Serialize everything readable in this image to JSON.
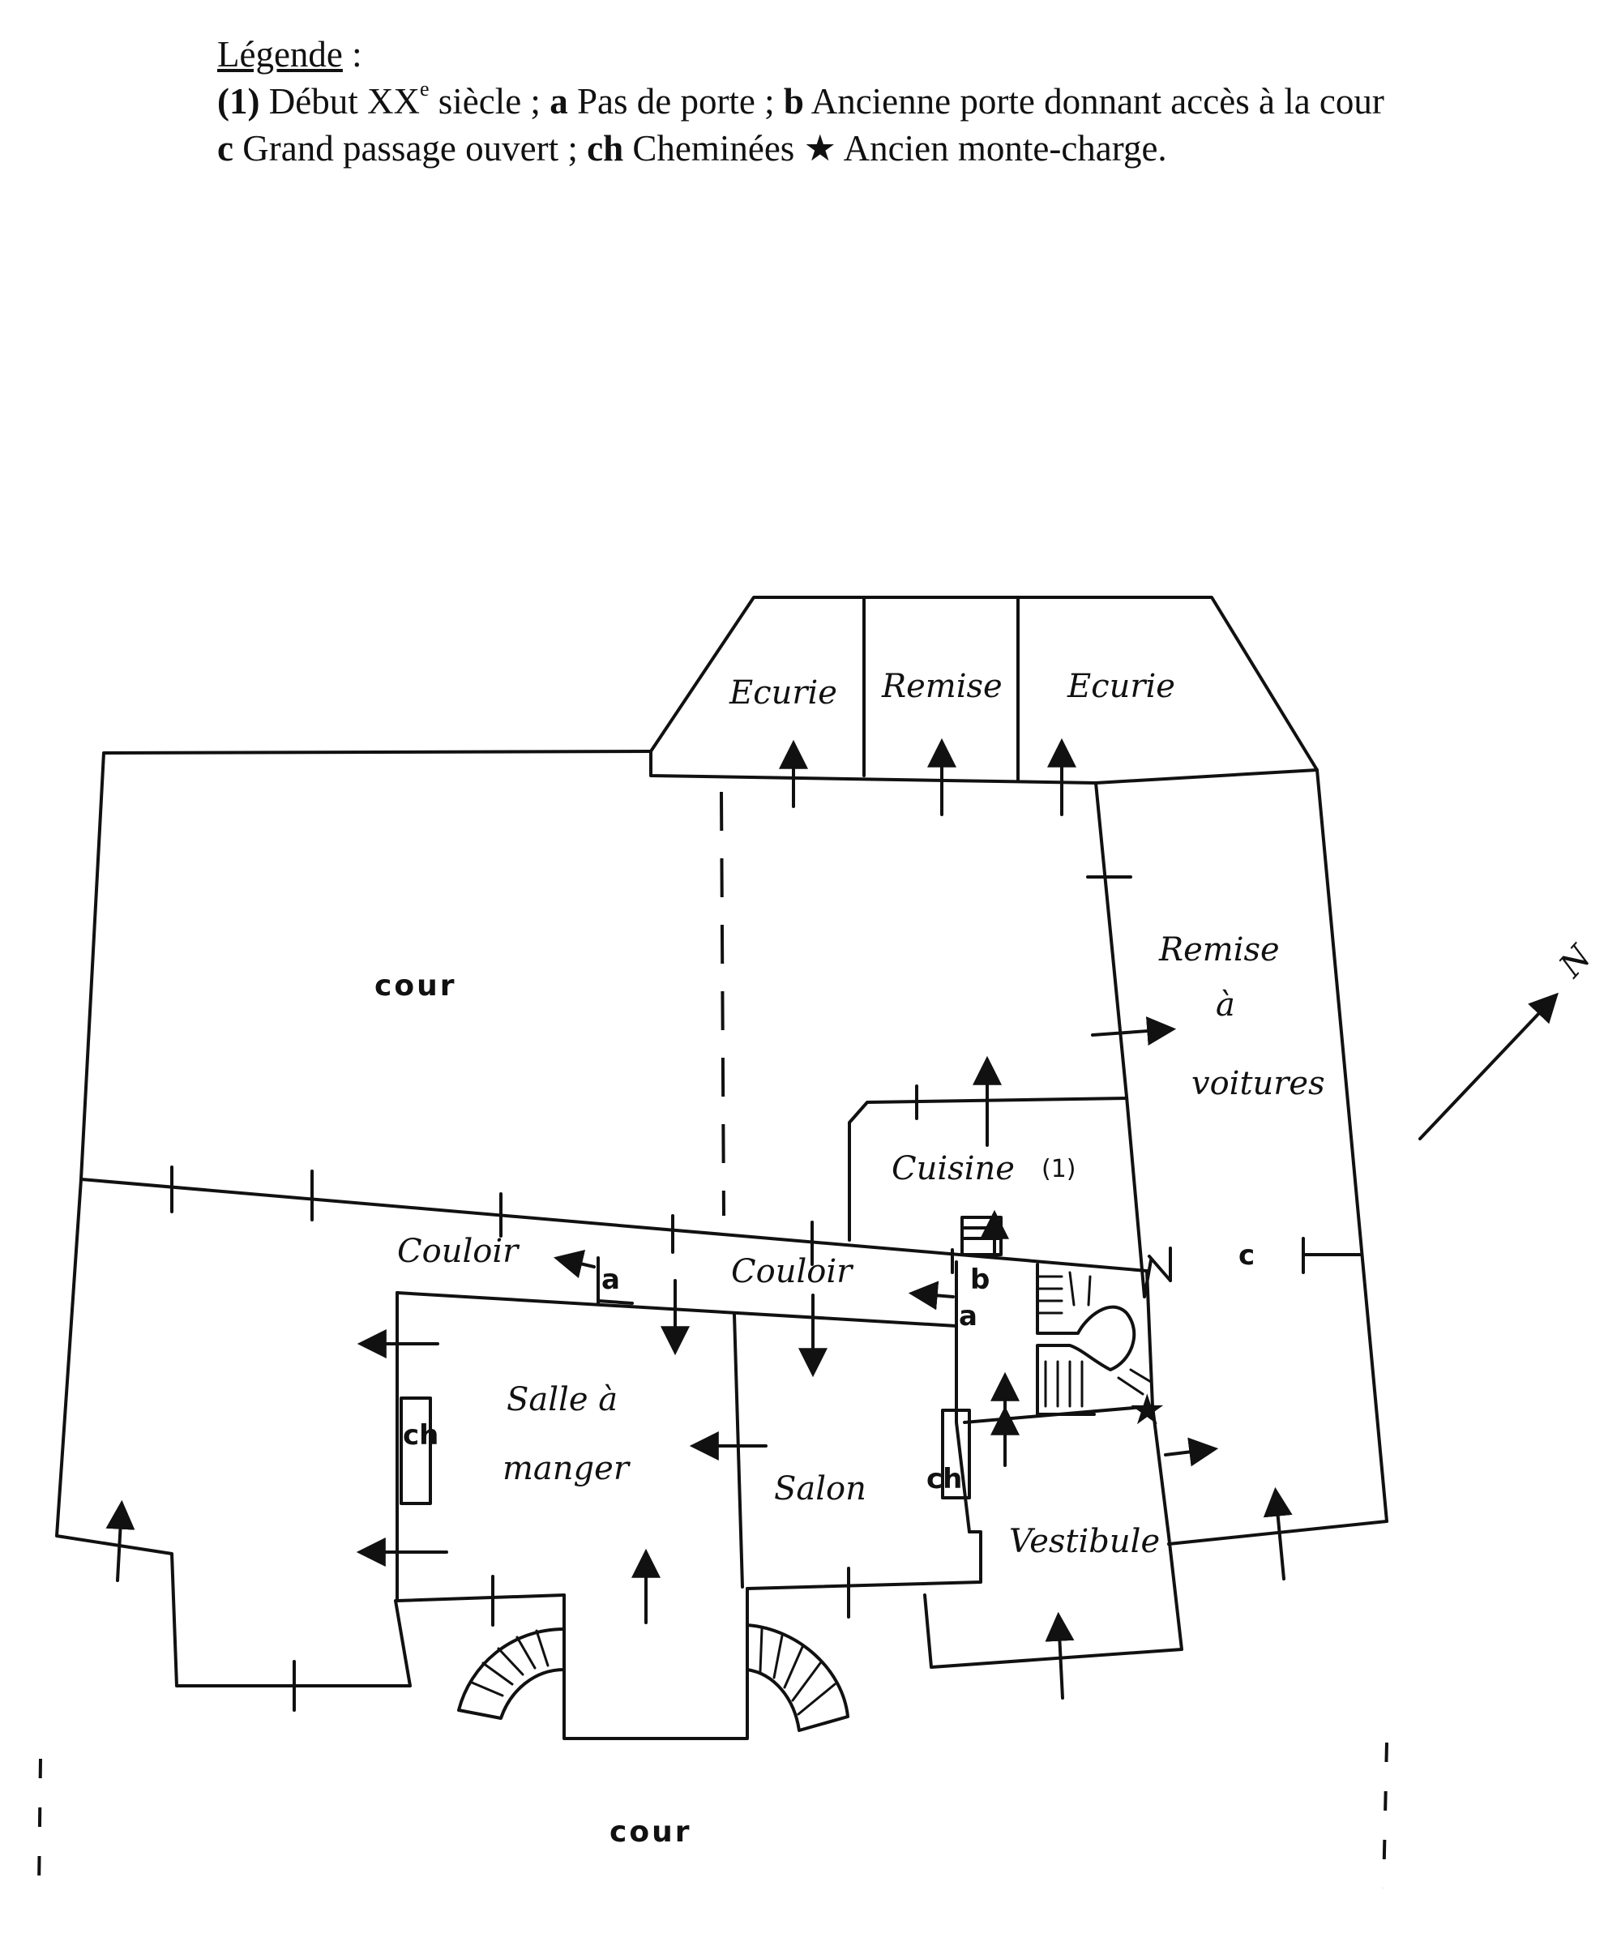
{
  "legend": {
    "title": "Légende",
    "title_colon": " :",
    "l1_num": "(1)",
    "l1_text": " Début XX",
    "l1_sup": "e",
    "l1_text2": " siècle ; ",
    "l1_a": "a",
    "l1_a_text": "  Pas de porte ; ",
    "l1_b": "b",
    "l1_b_text": "  Ancienne porte donnant accès à la cour",
    "l2_c": "c",
    "l2_c_text": "  Grand passage ouvert ;  ",
    "l2_ch": "ch",
    "l2_ch_text": "  Cheminées    ",
    "l2_star": "★",
    "l2_star_text": " Ancien monte-charge."
  },
  "rooms": {
    "ecurie_left": "Ecurie",
    "remise": "Remise",
    "ecurie_right": "Ecurie",
    "cour_top": "cour",
    "remise_voitures_1": "Remise",
    "remise_voitures_2": "à",
    "remise_voitures_3": "voitures",
    "cuisine": "Cuisine",
    "cuisine_note": "(1)",
    "couloir_left": "Couloir",
    "couloir_right": "Couloir",
    "salle_1": "Salle à",
    "salle_2": "manger",
    "salon": "Salon",
    "vestibule": "Vestibule",
    "cour_bottom": "cour",
    "north": "N"
  },
  "codes": {
    "a1": "a",
    "a2": "a",
    "b": "b",
    "c": "c",
    "ch1": "ch",
    "ch2": "ch",
    "star": "★"
  }
}
